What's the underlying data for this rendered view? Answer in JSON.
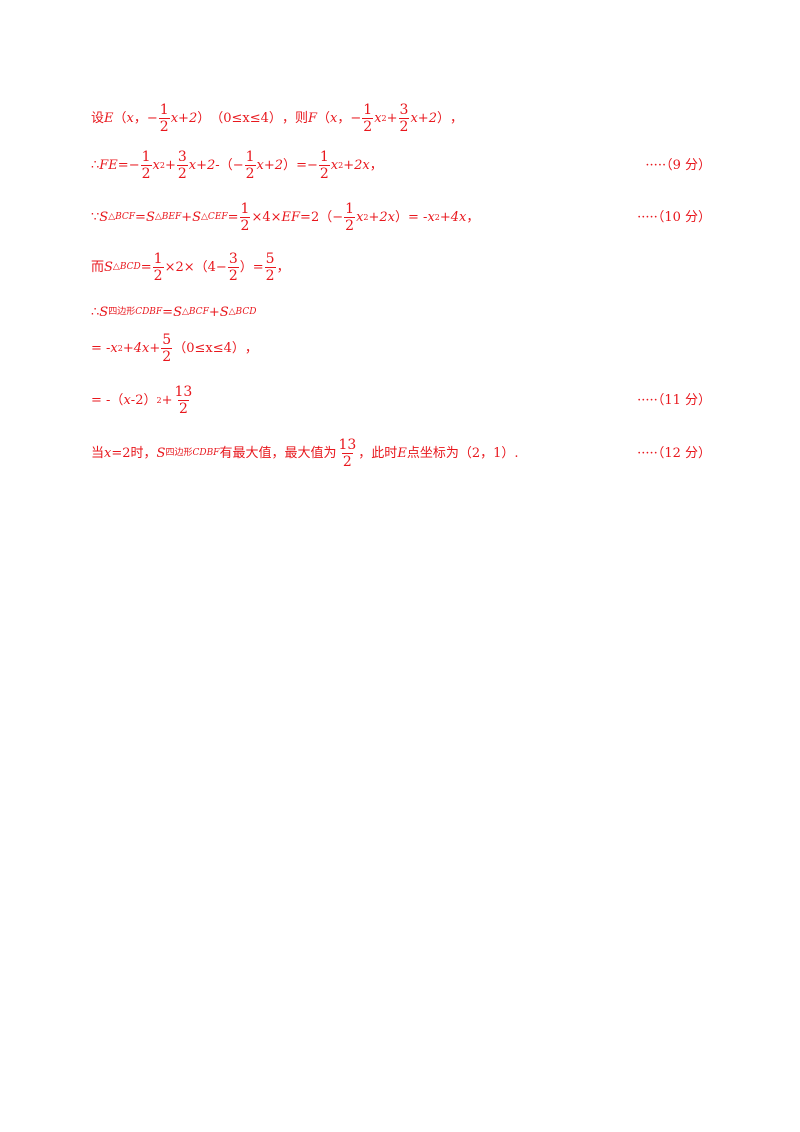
{
  "lines": [
    {
      "id": "l1",
      "text": "设E（x，−1/2x+2）（0≤x≤4），则F（x，−1/2x²+3/2x+2），"
    },
    {
      "id": "l2",
      "text": "∴FE=−1/2x²+3/2x+2 -（−1/2x+2）=−1/2x²+2x，",
      "score": "·····（9 分）"
    },
    {
      "id": "l3",
      "text": "∵S△BCF=S△BEF+S△CEF=1/2×4×EF=2（−1/2x²+2x）= - x²+4x，",
      "score": "·····（10 分）"
    },
    {
      "id": "l4",
      "text": "而S△BCD=1/2×2×（4−3/2）=5/2，"
    },
    {
      "id": "l5",
      "text": "∴S四边形CDBF=S△BCF+S△BCD"
    },
    {
      "id": "l6",
      "text": "= - x²+4x+5/2（0≤x≤4），"
    },
    {
      "id": "l7",
      "text": "= -（x - 2）²+13/2",
      "score": "·····（11 分）"
    },
    {
      "id": "l8",
      "text": "当x=2时，S四边形CDBF有最大值，最大值为13/2，此时E点坐标为（2，1）.",
      "score": "·····（12 分）"
    }
  ],
  "tokens": {
    "she": "设",
    "E": "E",
    "x": "x",
    "F": "F",
    "FE": "FE",
    "EF": "EF",
    "S": "S",
    "lp": "（",
    "rp": "）",
    "comma": "，",
    "minus": "−",
    "hyphen": " - ",
    "plus": "+",
    "eq": "=",
    "eqdash": "= - ",
    "therefore": "∴",
    "because": "∵",
    "times": "×",
    "dot": ".",
    "one": "1",
    "two": "2",
    "three": "3",
    "four": "4",
    "five": "5",
    "thirteen": "13",
    "sq": "2",
    "zero_range": "0≤x≤4",
    "ze": "则",
    "er": "而",
    "dang": "当",
    "shi": "时，",
    "max_text": "有最大值，最大值为",
    "ci_shi": "此时",
    "point_coord": "点坐标为",
    "coord_val": "2，1",
    "sub_bcf": "△BCF",
    "sub_bef": "△BEF",
    "sub_cef": "△CEF",
    "sub_bcd": "△BCD",
    "sub_quad_cn": "四边形",
    "sub_quad": "CDBF",
    "px2": "x+2",
    "term_2x": "x+2x",
    "term_4x": "+4x",
    "term_2xend": "+2x",
    "eq2": "=2",
    "x2": "2",
    "times2": "×2×",
    "four_minus": "4−",
    "times4": "×4×",
    "one_b": "1"
  },
  "scores": {
    "s9": "·····（9 分）",
    "s10": "·····（10 分）",
    "s11": "·····（11 分）",
    "s12": "·····（12 分）"
  }
}
